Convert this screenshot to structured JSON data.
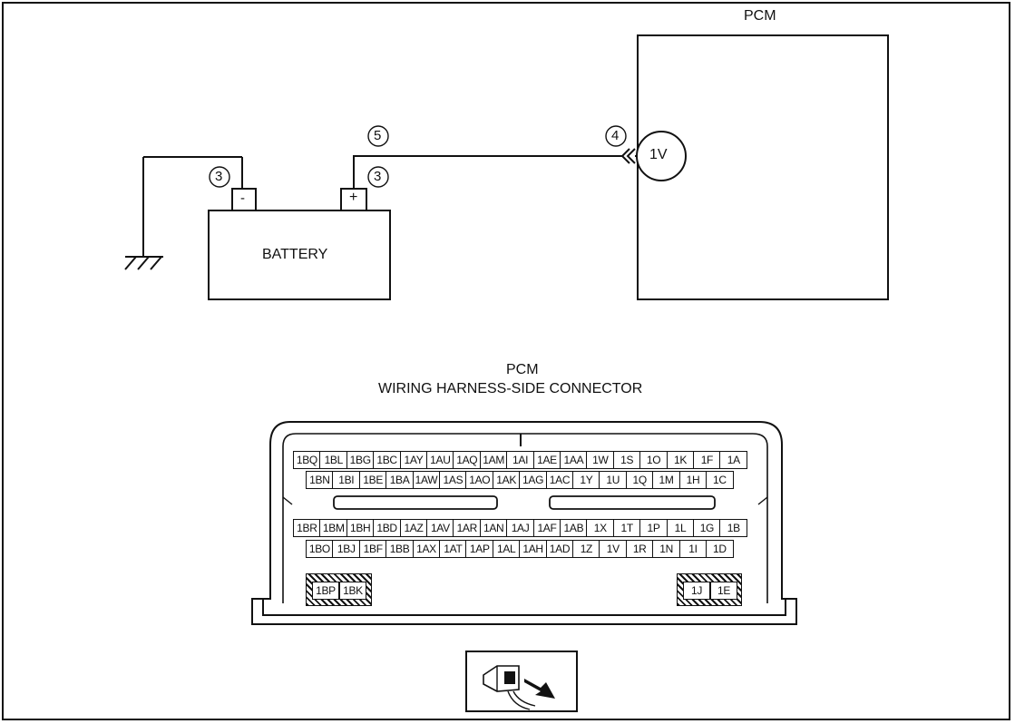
{
  "circuit": {
    "pcm_title": "PCM",
    "battery_label": "BATTERY",
    "neg_terminal": "-",
    "pos_terminal": "+",
    "step_neg": "3",
    "step_pos": "3",
    "step_wire": "5",
    "step_pcm": "4",
    "meter_label": "1V"
  },
  "connector": {
    "title": "PCM",
    "subtitle": "WIRING HARNESS-SIDE CONNECTOR",
    "rows": [
      [
        "1BQ",
        "1BL",
        "1BG",
        "1BC",
        "1AY",
        "1AU",
        "1AQ",
        "1AM",
        "1AI",
        "1AE",
        "1AA",
        "1W",
        "1S",
        "1O",
        "1K",
        "1F",
        "1A"
      ],
      [
        "1BN",
        "1BI",
        "1BE",
        "1BA",
        "1AW",
        "1AS",
        "1AO",
        "1AK",
        "1AG",
        "1AC",
        "1Y",
        "1U",
        "1Q",
        "1M",
        "1H",
        "1C"
      ],
      [
        "1BR",
        "1BM",
        "1BH",
        "1BD",
        "1AZ",
        "1AV",
        "1AR",
        "1AN",
        "1AJ",
        "1AF",
        "1AB",
        "1X",
        "1T",
        "1P",
        "1L",
        "1G",
        "1B"
      ],
      [
        "1BO",
        "1BJ",
        "1BF",
        "1BB",
        "1AX",
        "1AT",
        "1AP",
        "1AL",
        "1AH",
        "1AD",
        "1Z",
        "1V",
        "1R",
        "1N",
        "1I",
        "1D"
      ]
    ],
    "left_pins": [
      "1BP",
      "1BK"
    ],
    "right_pins": [
      "1J",
      "1E"
    ]
  },
  "view_icon": "connector-view-icon"
}
